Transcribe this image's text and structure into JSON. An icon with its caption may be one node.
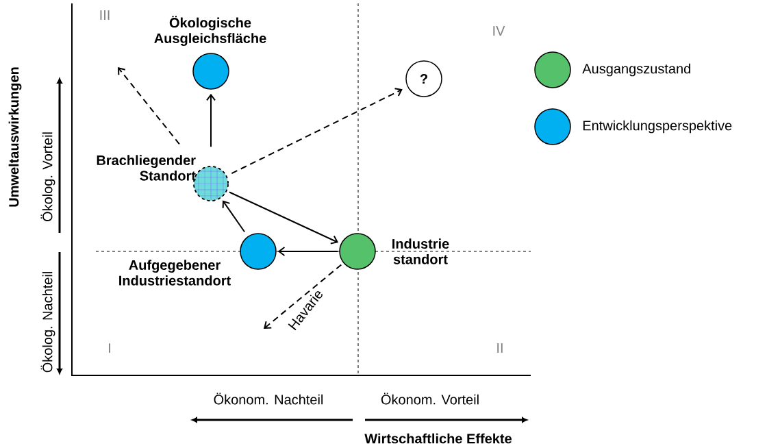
{
  "diagram": {
    "nodes": [
      {
        "text": [
          "Ökologische Ausgleichsfläche"
        ]
      },
      {
        "text": [
          "?"
        ]
      },
      {
        "text": [
          "Brachliegender Standort"
        ]
      },
      {
        "text": [
          "Aufgegebener Industriestandort"
        ]
      },
      {
        "text": [
          "Industrie standort"
        ]
      }
    ],
    "edges": [
      {
        "from": 2,
        "to": 0,
        "arrow": "to"
      },
      {
        "from": 2,
        "to": null,
        "arrow": "to",
        "style": "dashed"
      },
      {
        "from": 2,
        "to": 1,
        "arrow": "to",
        "style": "dashed"
      },
      {
        "from": 2,
        "to": 4,
        "arrow": "to"
      },
      {
        "from": 3,
        "to": 2,
        "arrow": "to"
      },
      {
        "from": 4,
        "to": 3,
        "arrow": "to"
      },
      {
        "from": 4,
        "to": null,
        "arrow": "to",
        "style": "dashed",
        "label": "Havarie"
      }
    ],
    "labels": [
      "III",
      "IV",
      "Umweltauswirkungen",
      "Ökolog. Vorteil",
      "Ökolog. Nachteil",
      "I",
      "II",
      "Ökonom. Nachteil",
      "Ökonom. Vorteil",
      "Wirtschaftliche Effekte"
    ],
    "legend": [
      {
        "text": "Ausgangszustand",
        "color": "#55c16a"
      },
      {
        "text": "Entwicklungsperspektive",
        "color": "#00b0f0"
      }
    ]
  }
}
